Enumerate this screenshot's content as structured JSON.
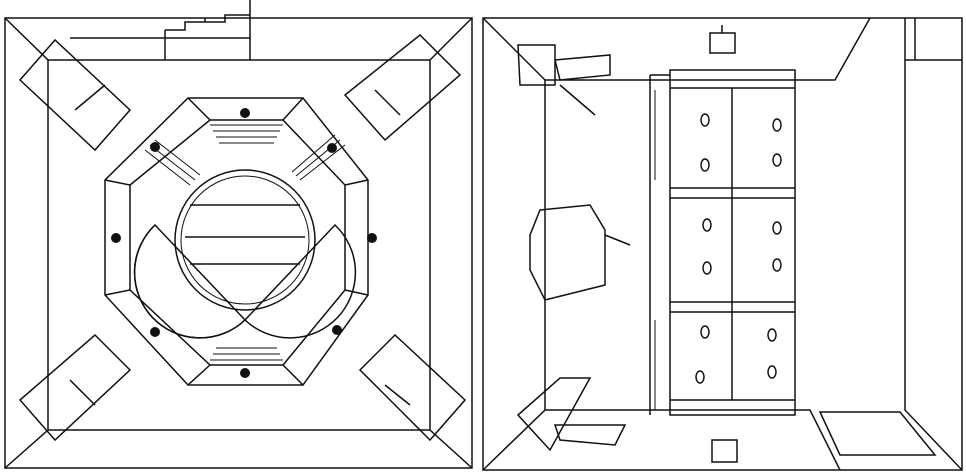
{
  "colors": {
    "stroke": "#111111",
    "background": "#ffffff"
  },
  "panels": [
    {
      "id": "left",
      "kind": "octagonal-room-plan"
    },
    {
      "id": "right",
      "kind": "cabinet-room-plan"
    }
  ]
}
